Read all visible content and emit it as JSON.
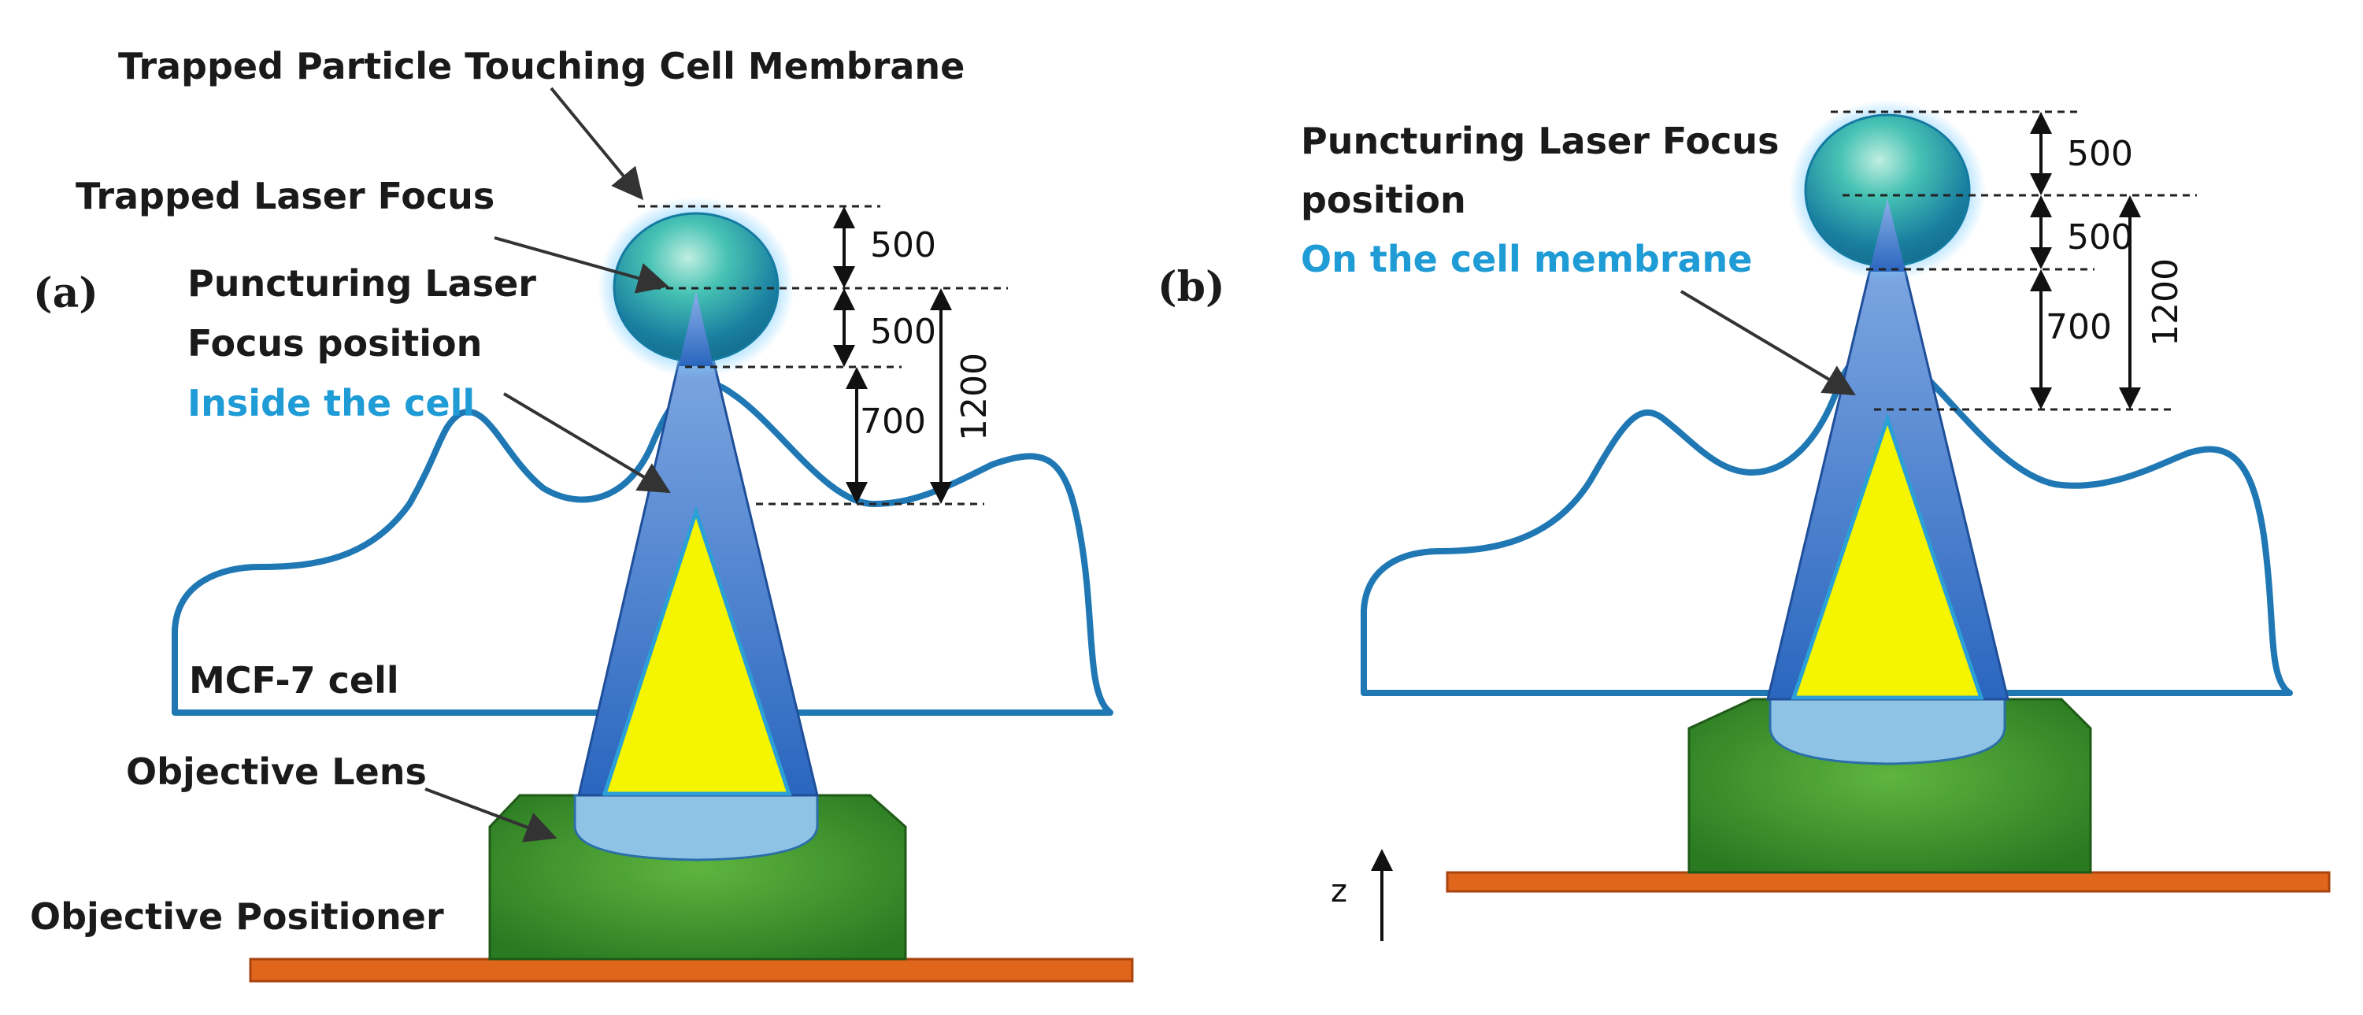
{
  "panel_a": {
    "tag": "(a)",
    "label_trapped_particle": "Trapped Particle Touching Cell Membrane",
    "label_trapped_focus": "Trapped Laser Focus",
    "label_puncturing_line1": "Puncturing  Laser",
    "label_puncturing_line2": "Focus position",
    "label_inside_cell": "Inside the cell",
    "label_cell": "MCF-7 cell",
    "label_objective_lens": "Objective Lens",
    "label_positioner": "Objective Positioner",
    "dim_500_top": "500",
    "dim_500_bottom": "500",
    "dim_700": "700",
    "dim_1200": "1200"
  },
  "panel_b": {
    "tag": "(b)",
    "label_puncturing_line1": "Puncturing  Laser Focus",
    "label_puncturing_line2": "position",
    "label_on_membrane": "On the cell membrane",
    "dim_500_top": "500",
    "dim_500_bottom": "500",
    "dim_700": "700",
    "dim_1200": "1200",
    "axis_label": "z"
  },
  "colors": {
    "cell_outline": "#1f78b4",
    "beam_blue": "#3a78c8",
    "cone_yellow": "#f5f500",
    "lens_light_blue": "#8fc3e6",
    "objective_green": "#3a8f2a",
    "positioner_orange": "#e0661c",
    "particle_teal": "#2aa0b0",
    "label_blue": "#1f9bd6"
  }
}
